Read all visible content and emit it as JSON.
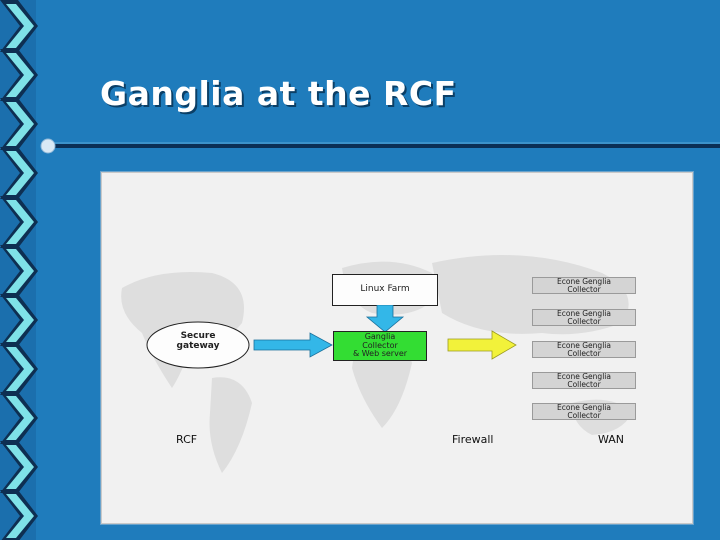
{
  "slide": {
    "title": "Ganglia at the RCF"
  },
  "diagram": {
    "nodes": {
      "linux_farm": "Linux Farm",
      "secure_gateway": [
        "Secure",
        "gateway"
      ],
      "ganglia_collector": [
        "Ganglia",
        "Collector",
        "& Web server"
      ]
    },
    "collectors": [
      [
        "Econe Genglia",
        "Collector"
      ],
      [
        "Econe Genglia",
        "Collector"
      ],
      [
        "Econe Genglia",
        "Collector"
      ],
      [
        "Econe Genglia",
        "Collector"
      ],
      [
        "Econe Genglia",
        "Collector"
      ]
    ],
    "zones": {
      "rcf": "RCF",
      "firewall": "Firewall",
      "wan": "WAN"
    }
  },
  "colors": {
    "background": "#1f7cbc",
    "chevron_light": "#7fe2e8",
    "chevron_dark": "#0e2f52",
    "collector_box": "#33dd33",
    "arrow_blue": "#33b7e8",
    "arrow_yellow": "#f2f23a"
  }
}
